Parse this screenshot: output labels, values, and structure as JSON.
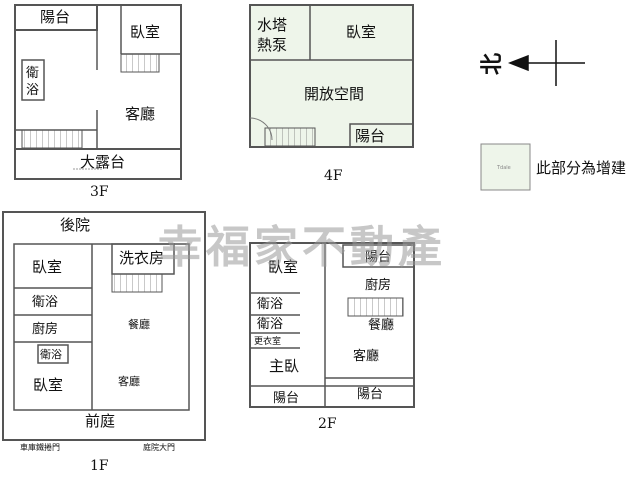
{
  "brand": {
    "watermark": "幸福家不動產"
  },
  "compass": {
    "label": "北"
  },
  "legend": {
    "label": "此部分為增建",
    "swatch_text": "Tdale",
    "swatch_color": "#eef5ea"
  },
  "colors": {
    "wall": "#555555",
    "extension": "#eef5ea"
  },
  "floors": {
    "f3": {
      "caption": "3F",
      "rooms": {
        "balcony": "陽台",
        "bedroom": "臥室",
        "bath_line1": "衛",
        "bath_line2": "浴",
        "living": "客廳",
        "terrace": "大露台"
      }
    },
    "f4": {
      "caption": "4F",
      "rooms": {
        "tank_line1": "水塔",
        "tank_line2": "熱泵",
        "bedroom": "臥室",
        "open_space": "開放空間",
        "balcony": "陽台"
      }
    },
    "f1": {
      "caption": "1F",
      "rooms": {
        "backyard": "後院",
        "laundry": "洗衣房",
        "bedroom_top": "臥室",
        "bath_top": "衛浴",
        "kitchen": "廚房",
        "dining": "餐廳",
        "bath_inner": "衛浴",
        "bedroom_bottom": "臥室",
        "living": "客廳",
        "front_yard": "前庭"
      },
      "gates": {
        "garage": "車庫鐵捲門",
        "yard_gate": "庭院大門"
      }
    },
    "f2": {
      "caption": "2F",
      "rooms": {
        "bedroom": "臥室",
        "balcony_top": "陽台",
        "kitchen": "廚房",
        "bath1": "衛浴",
        "bath2": "衛浴",
        "dining": "餐廳",
        "closet": "更衣室",
        "master": "主臥",
        "living": "客廳",
        "balcony_left": "陽台",
        "balcony_right": "陽台"
      }
    }
  }
}
